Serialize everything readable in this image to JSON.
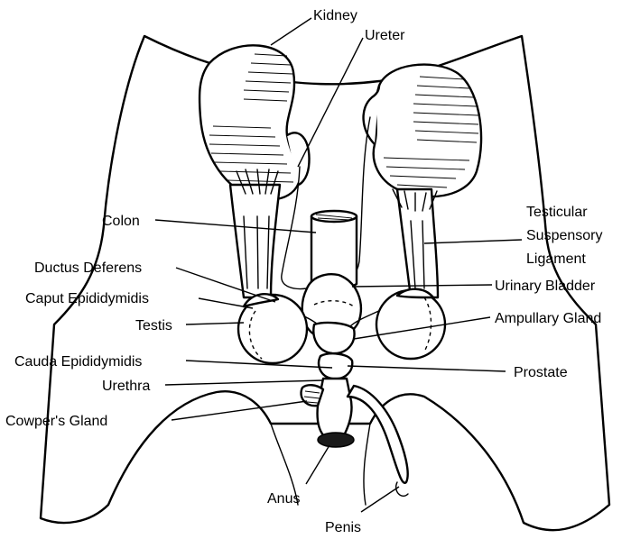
{
  "labels": {
    "kidney": "Kidney",
    "ureter": "Ureter",
    "colon": "Colon",
    "testicular_1": "Testicular",
    "testicular_2": "Suspensory",
    "testicular_3": "Ligament",
    "ductus_deferens": "Ductus Deferens",
    "urinary_bladder": "Urinary Bladder",
    "caput_epididymidis": "Caput Epididymidis",
    "testis": "Testis",
    "ampullary_gland": "Ampullary Gland",
    "cauda_epididymidis": "Cauda Epididymidis",
    "prostate": "Prostate",
    "urethra": "Urethra",
    "cowpers_gland": "Cowper's Gland",
    "anus": "Anus",
    "penis": "Penis"
  },
  "colors": {
    "ink": "#000000",
    "paper": "#ffffff"
  }
}
